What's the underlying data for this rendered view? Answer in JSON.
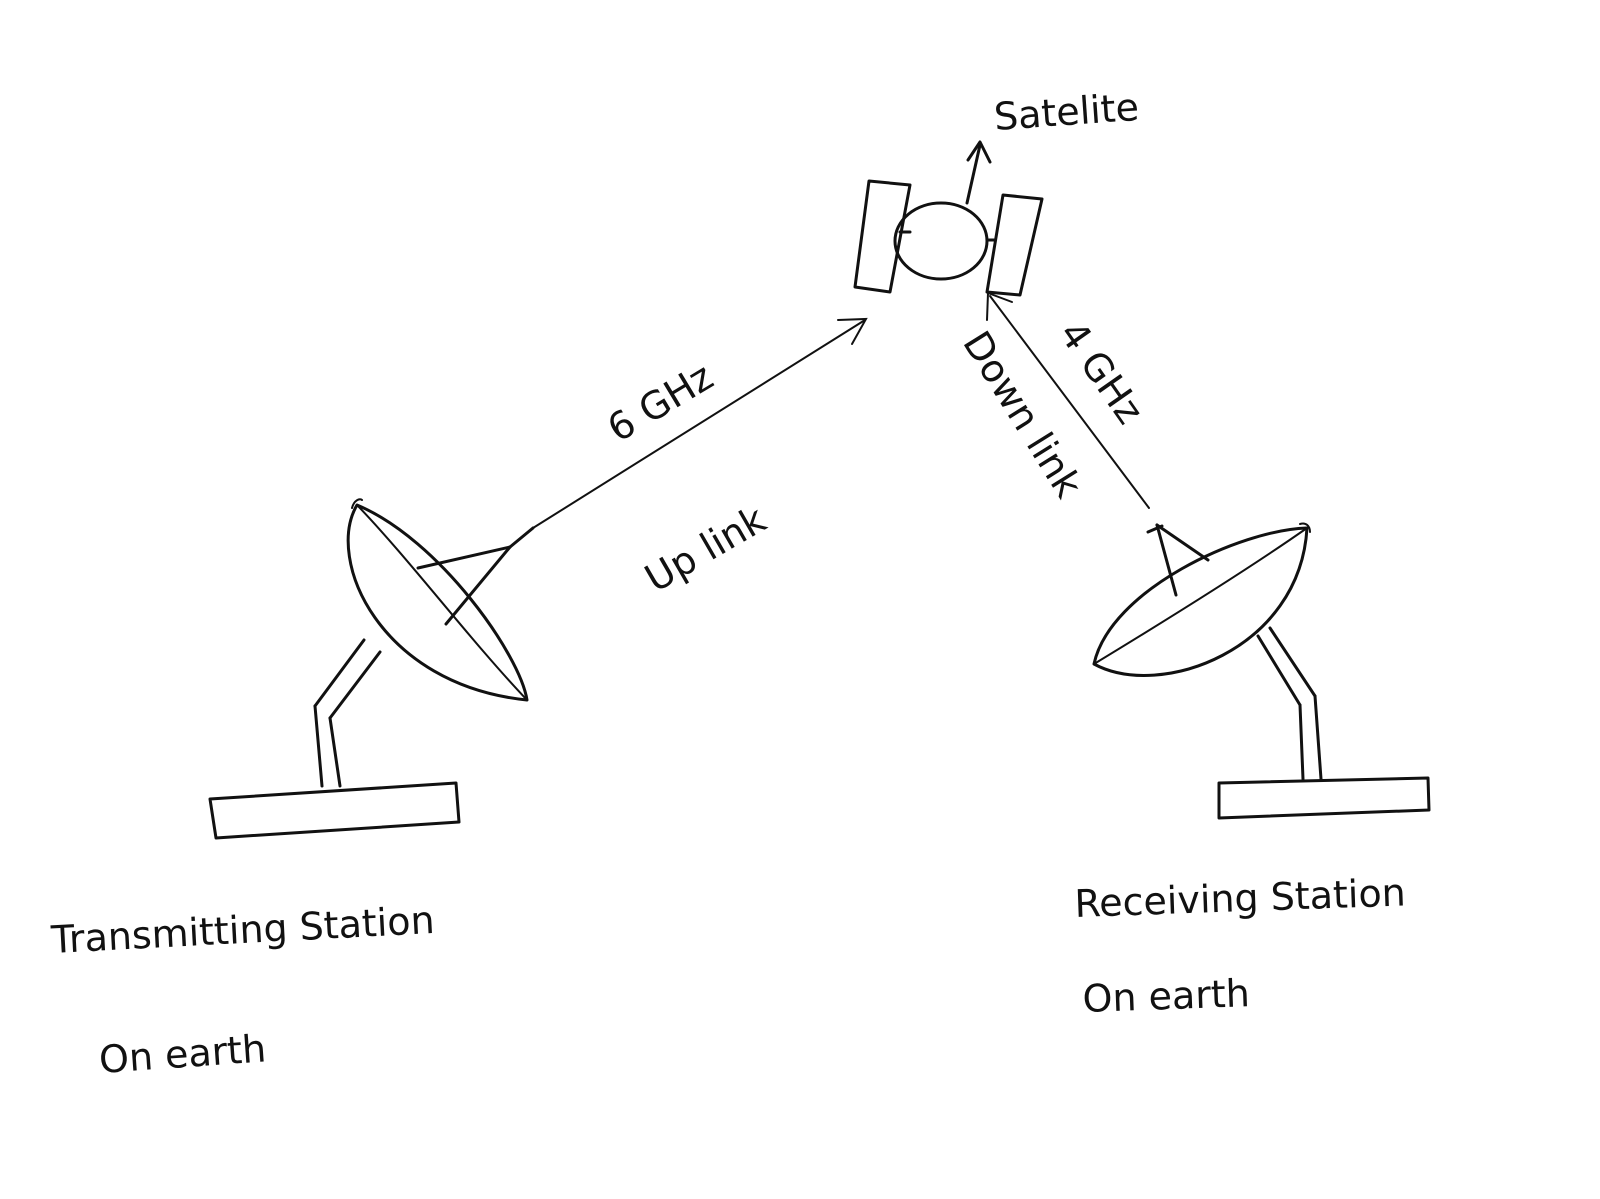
{
  "labels": {
    "satellite": "Satelite",
    "uplink_frequency": "6 GHz",
    "uplink": "Up link",
    "downlink_frequency": "4 GHz",
    "downlink": "Down link",
    "transmitting_station_line1": "Transmitting Station",
    "transmitting_station_line2": "On earth",
    "receiving_station_line1": "Receiving Station",
    "receiving_station_line2": "On earth"
  },
  "colors": {
    "ink": "#111111",
    "paper": "#ffffff"
  }
}
